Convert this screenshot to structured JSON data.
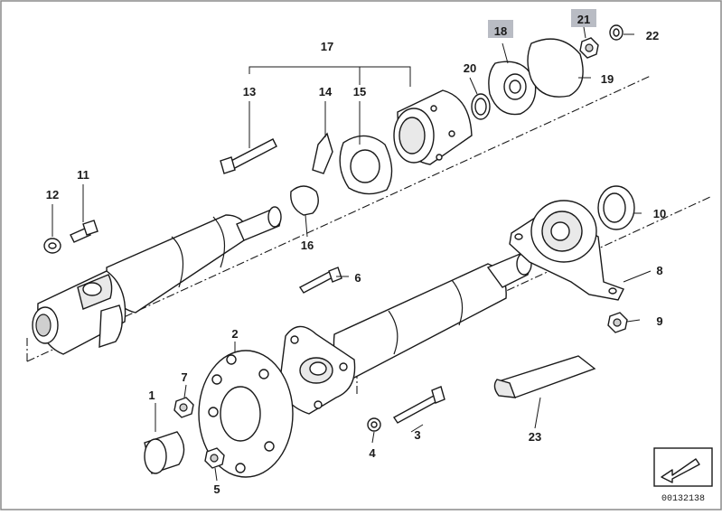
{
  "diagram": {
    "callouts": {
      "c1": "1",
      "c2": "2",
      "c3": "3",
      "c4": "4",
      "c5": "5",
      "c6": "6",
      "c7": "7",
      "c8": "8",
      "c9": "9",
      "c10": "10",
      "c11": "11",
      "c12": "12",
      "c13": "13",
      "c14": "14",
      "c15": "15",
      "c16": "16",
      "c17": "17",
      "c18": "18",
      "c19": "19",
      "c20": "20",
      "c21": "21",
      "c22": "22",
      "c23": "23"
    },
    "highlighted_callouts": [
      "18",
      "21"
    ],
    "document_number": "00132138",
    "colors": {
      "line": "#1a1a1a",
      "highlight": "#b9bcc4",
      "background": "#ffffff"
    },
    "icons": {
      "return_arrow": "return-arrow-icon"
    }
  }
}
